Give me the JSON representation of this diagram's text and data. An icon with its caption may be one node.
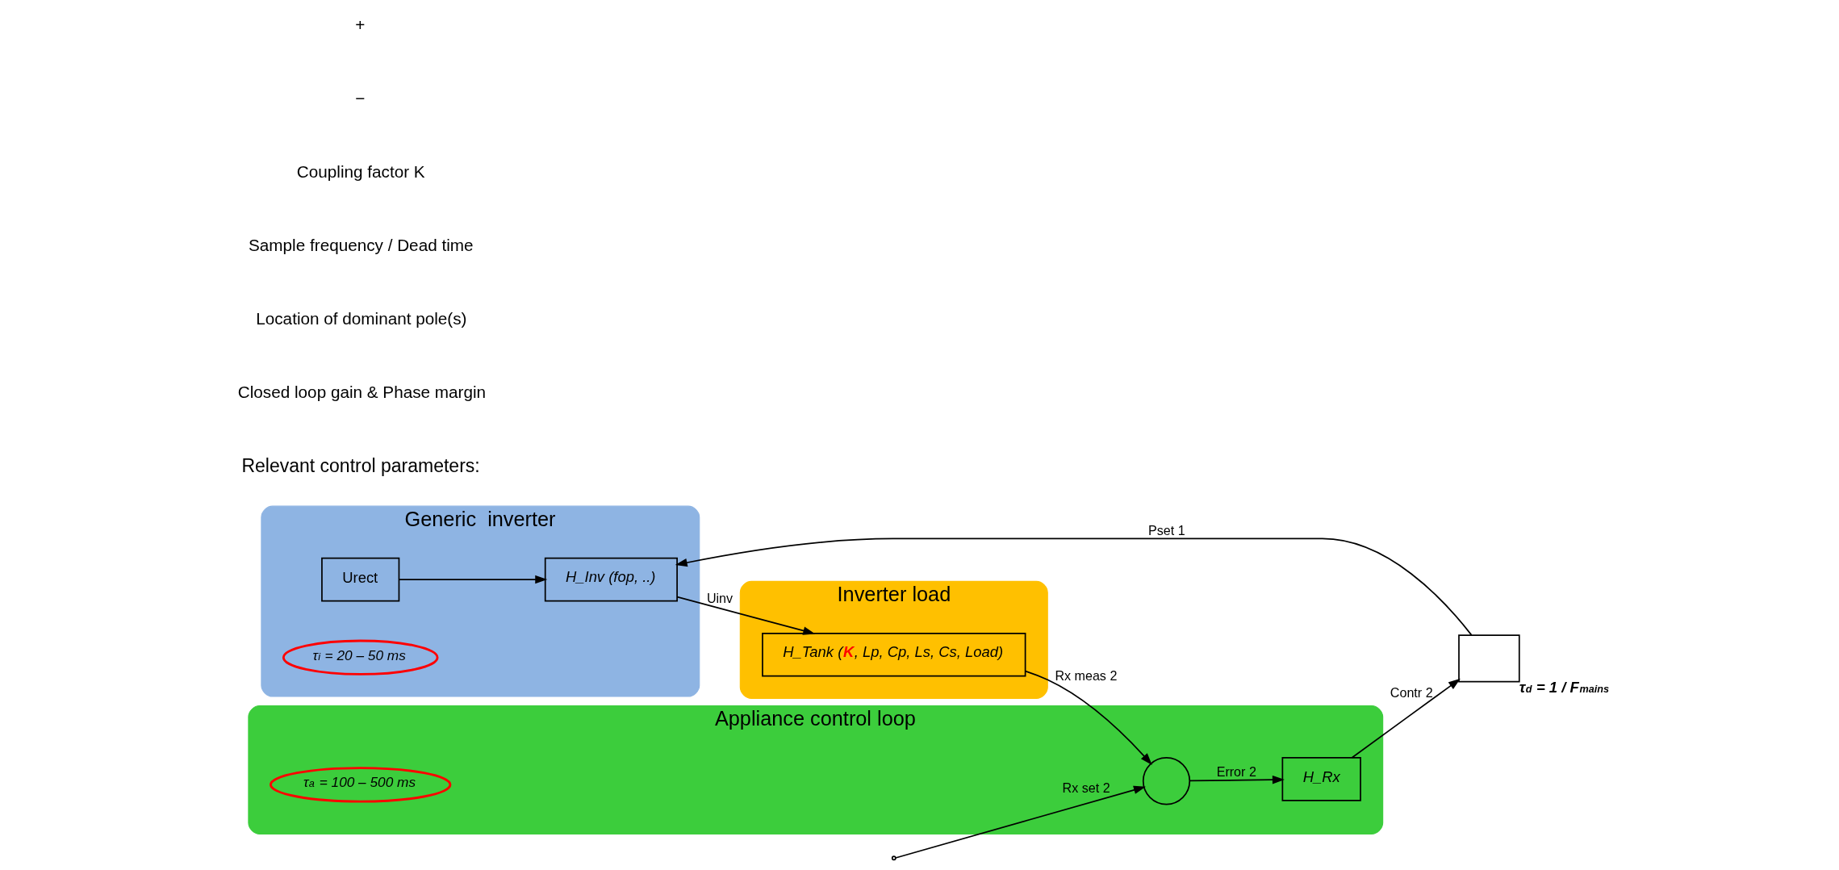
{
  "diagram": {
    "nodes": [
      {
        "text": [
          "Generic  inverter"
        ]
      },
      {
        "text": [
          "Urect"
        ],
        "in": 0
      },
      {
        "text": [
          "H_Inv (fop, ..)"
        ],
        "in": 0
      },
      {
        "text": [
          "τ$_{i}$ = 20 – 50 ms"
        ],
        "in": 0
      },
      {
        "text": [
          "Inverter load"
        ]
      },
      {
        "text": [
          "H_Tank (**K**, Lp, Cp, Ls, Cs, Load)"
        ],
        "in": 4
      },
      {
        "text": [
          "Appliance control loop"
        ]
      },
      {
        "text": [
          "H_Rx"
        ],
        "in": 6
      },
      {
        "text": [
          "τ$_{a}$ = 100 – 500 ms"
        ],
        "in": 6
      },
      {
        "text": [],
        "shape": "circle",
        "in": 6
      },
      {
        "text": [],
        "shape": "box",
        "beside": [
          "τ$_{d}$ = 1 / F$_{mains}$"
        ]
      }
    ],
    "edges": [
      {
        "from": 1,
        "to": 2,
        "arrow": "to"
      },
      {
        "from": 2,
        "to": 5,
        "arrow": "to",
        "label": "Uinv"
      },
      {
        "from": 5,
        "to": 9,
        "arrow": "to",
        "label": "Rx meas 2"
      },
      {
        "from": null,
        "to": 9,
        "arrow": "to",
        "label": "Rx set 2"
      },
      {
        "from": 9,
        "to": 7,
        "arrow": "to",
        "label": "Error 2"
      },
      {
        "from": 7,
        "to": 10,
        "arrow": "to",
        "label": "Contr 2"
      },
      {
        "from": 10,
        "to": 2,
        "arrow": "to",
        "label": "Pset 1"
      }
    ],
    "labels": [
      "Relevant control parameters:",
      "Closed loop gain & Phase margin",
      "Location of dominant pole(s)",
      "Sample frequency / Dead time",
      "Coupling factor K",
      "−",
      "+"
    ]
  }
}
